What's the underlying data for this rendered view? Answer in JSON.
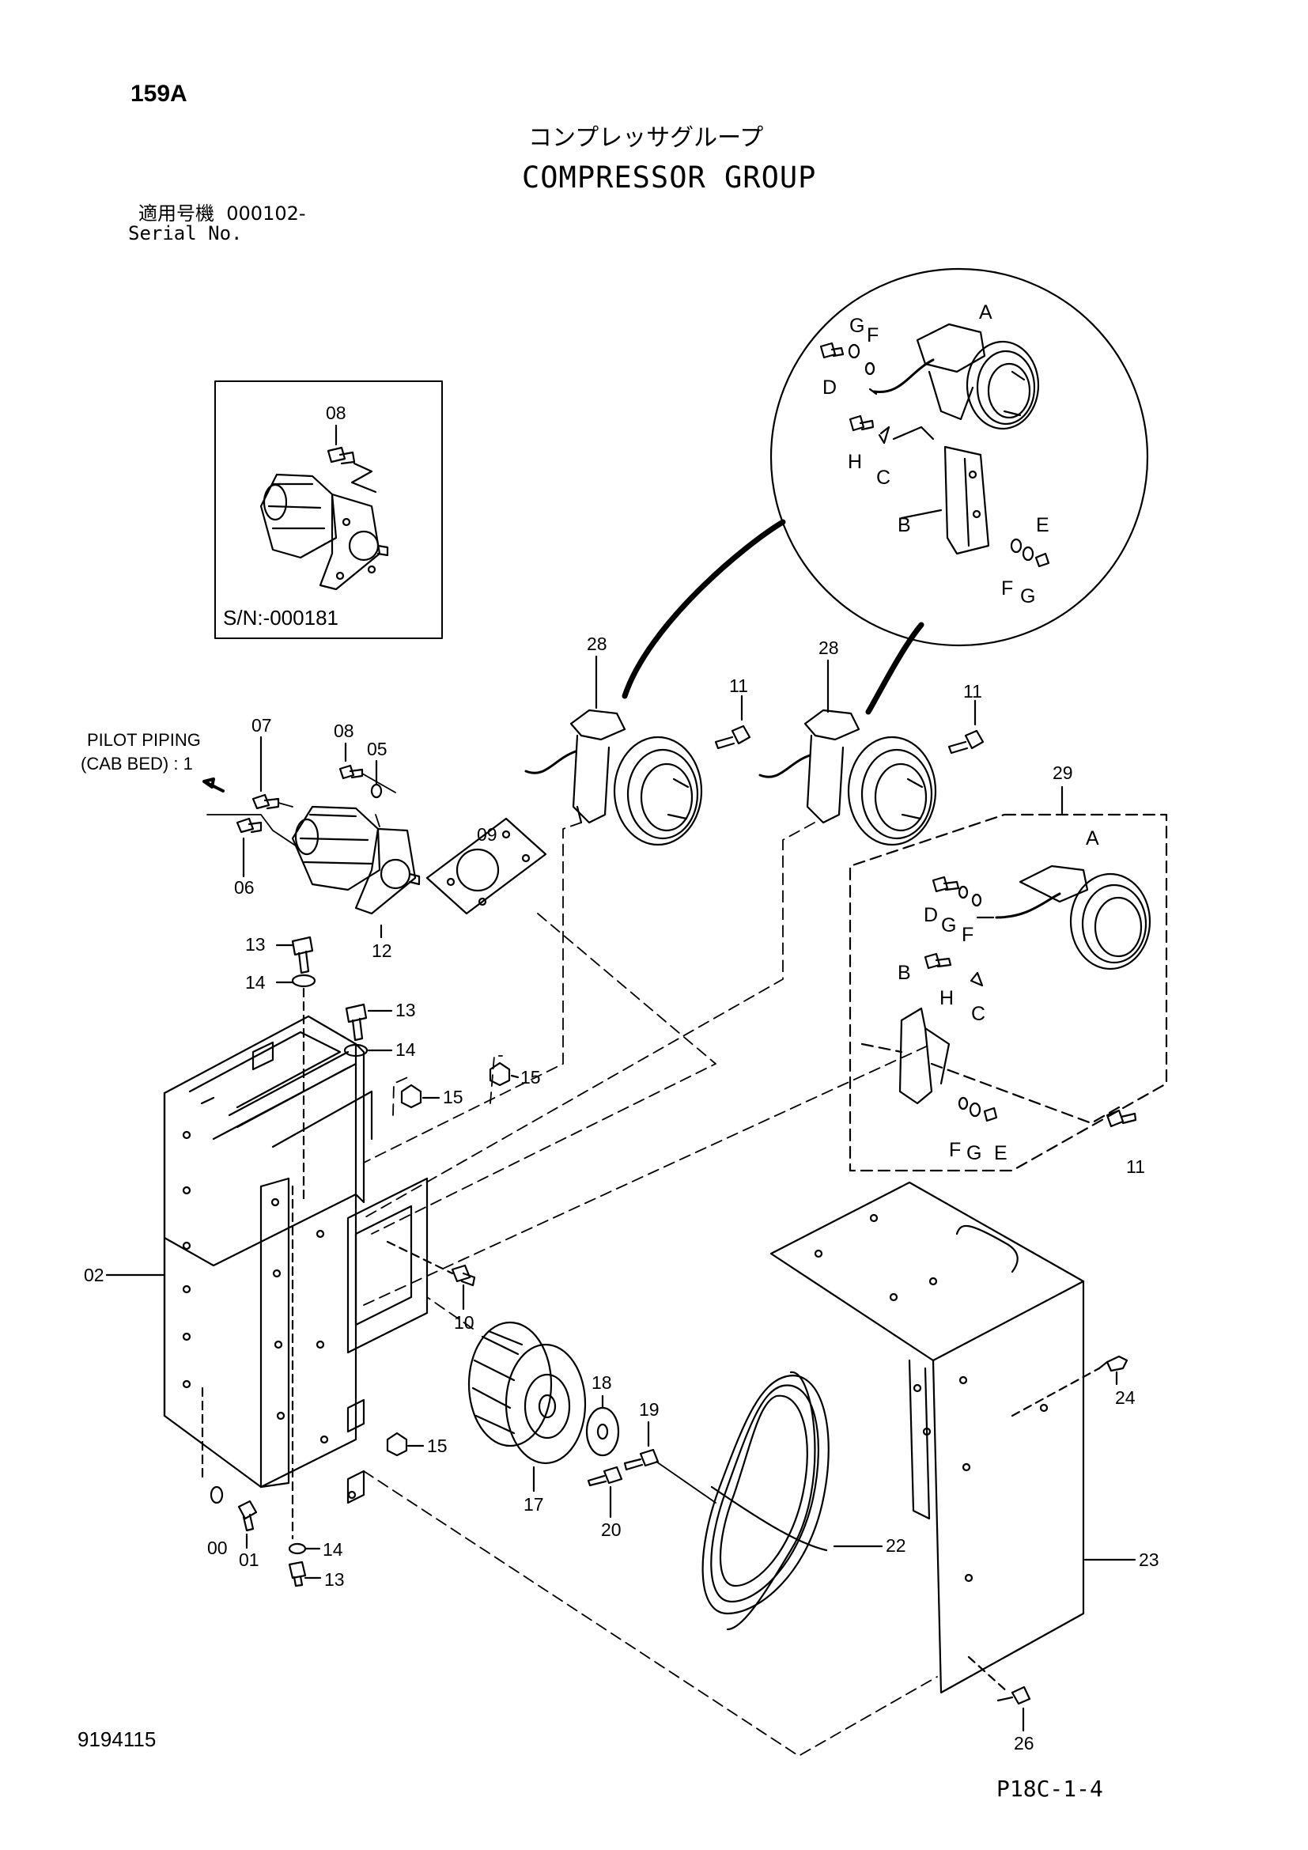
{
  "header": {
    "page_number": "159A",
    "title_jp": "コンプレッサグループ",
    "title_en": "COMPRESSOR GROUP",
    "serial_label_jp": "適用号機  000102-",
    "serial_label_en": "Serial No."
  },
  "inset": {
    "note": "S/N:-000181"
  },
  "callouts": {
    "pilot_line1": "PILOT PIPING",
    "pilot_line2": "(CAB BED) : 1"
  },
  "labels": {
    "p00": "00",
    "p01": "01",
    "p02": "02",
    "p05": "05",
    "p06": "06",
    "p07": "07",
    "p08": "08",
    "p09": "09",
    "p10": "10",
    "p11": "11",
    "p12": "12",
    "p13": "13",
    "p14": "14",
    "p15": "15",
    "p17": "17",
    "p18": "18",
    "p19": "19",
    "p20": "20",
    "p22": "22",
    "p23": "23",
    "p24": "24",
    "p26": "26",
    "p28": "28",
    "p29": "29",
    "A": "A",
    "B": "B",
    "C": "C",
    "D": "D",
    "E": "E",
    "F": "F",
    "G": "G",
    "H": "H"
  },
  "footer": {
    "document_number": "9194115",
    "page_reference": "P18C-1-4"
  }
}
